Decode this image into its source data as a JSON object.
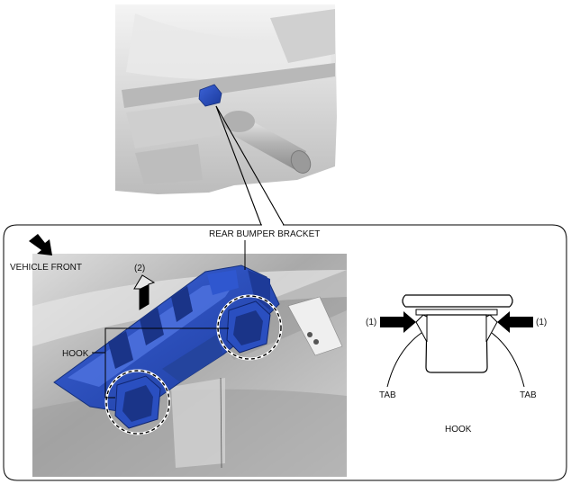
{
  "labels": {
    "rear_bumper_bracket": "REAR BUMPER BRACKET",
    "vehicle_front": "VEHICLE FRONT",
    "step_2": "(2)",
    "hook_left": "HOOK",
    "step_1_left": "(1)",
    "step_1_right": "(1)",
    "tab_left": "TAB",
    "tab_right": "TAB",
    "hook_detail": "HOOK"
  },
  "colors": {
    "bracket_blue": "#2a4fc0",
    "bracket_dark": "#1a3488",
    "panel_gray": "#c8c8c8",
    "outline": "#000000"
  }
}
